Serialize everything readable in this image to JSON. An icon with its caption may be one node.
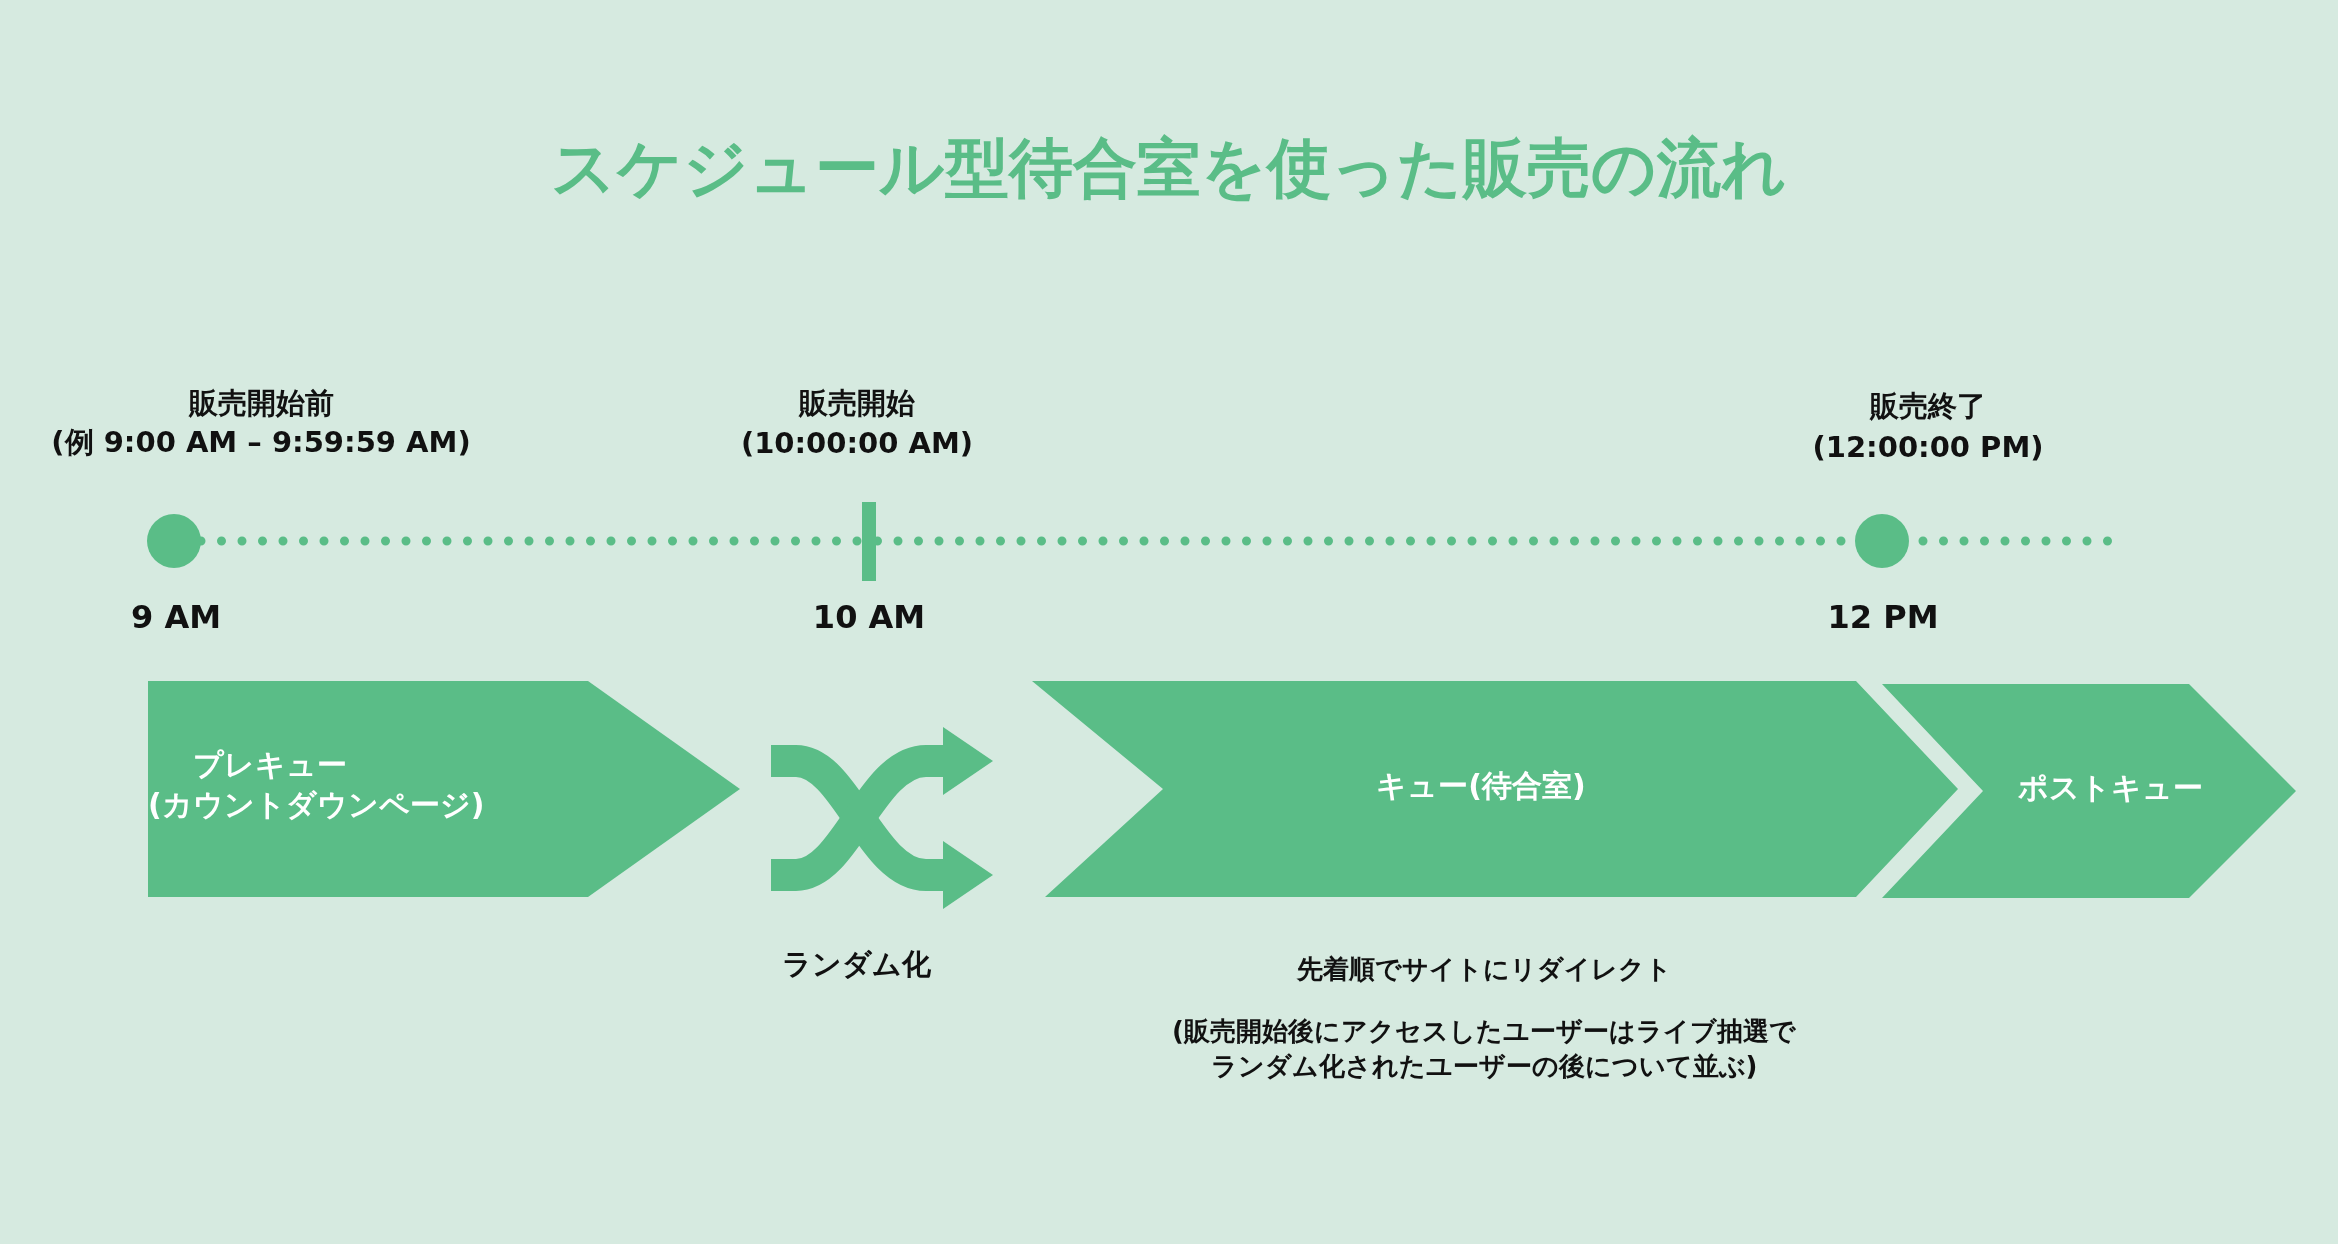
{
  "diagram": {
    "title": "スケジュール型待合室を使った販売の流れ",
    "nodes": [
      {
        "text": [
          "プレキュー",
          "(カウントダウンページ)"
        ]
      },
      {
        "text": [
          "キュー(待合室)"
        ],
        "beside": [
          "先着順でサイトにリダイレクト",
          "(販売開始後にアクセスしたユーザーはライブ抽選でランダム化されたユーザーの後について並ぶ)"
        ]
      },
      {
        "text": [
          "ポストキュー"
        ]
      }
    ],
    "edges": [],
    "labels": [
      "販売開始前",
      "(例 9:00 AM – 9:59:59 AM)",
      "販売開始",
      "(10:00:00 AM)",
      "販売終了",
      "(12:00:00 PM)",
      "9 AM",
      "10 AM",
      "12 PM",
      "ランダム化"
    ]
  }
}
